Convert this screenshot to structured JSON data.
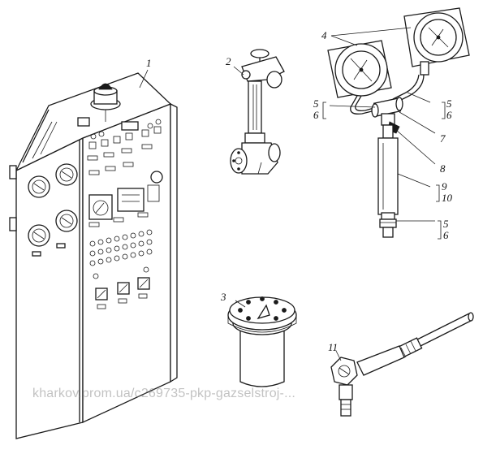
{
  "callouts": {
    "c1": "1",
    "c2": "2",
    "c3": "3",
    "c4": "4",
    "c5a": "5",
    "c6a": "6",
    "c5b": "5",
    "c6b": "6",
    "c7": "7",
    "c8": "8",
    "c9": "9",
    "c10": "10",
    "c5c": "5",
    "c6c": "6",
    "c11": "11"
  },
  "watermark": "kharkov.prom.ua/c269735-pkp-gazselstroj-..."
}
